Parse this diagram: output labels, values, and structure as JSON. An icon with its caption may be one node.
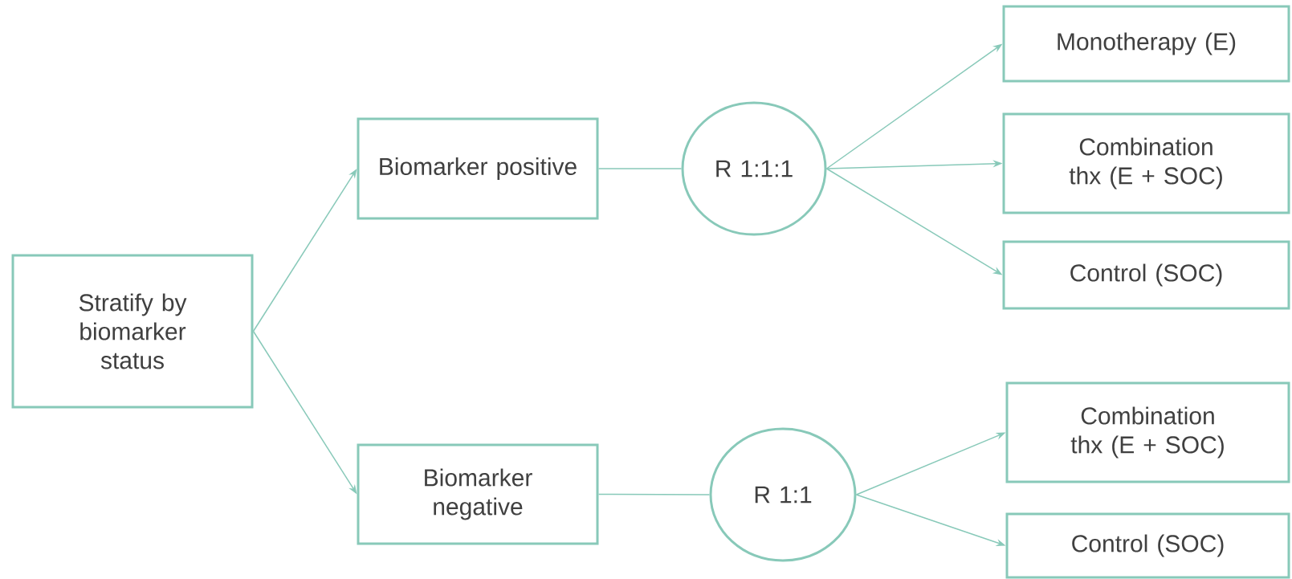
{
  "diagram": {
    "nodes": [
      {
        "text": [
          "Stratify by biomarker status"
        ]
      },
      {
        "text": [
          "Biomarker positive"
        ]
      },
      {
        "text": [
          "R 1:1:1"
        ]
      },
      {
        "text": [
          "Monotherapy (E)"
        ]
      },
      {
        "text": [
          "Combination thx (E + SOC)"
        ]
      },
      {
        "text": [
          "Control (SOC)"
        ]
      },
      {
        "text": [
          "Biomarker negative"
        ]
      },
      {
        "text": [
          "R 1:1"
        ]
      },
      {
        "text": [
          "Combination thx (E + SOC)"
        ]
      },
      {
        "text": [
          "Control (SOC)"
        ]
      }
    ],
    "edges": [
      {
        "from": 0,
        "to": 1,
        "arrow": "to"
      },
      {
        "from": 0,
        "to": 6,
        "arrow": "to"
      },
      {
        "from": 1,
        "to": 2,
        "arrow": "none"
      },
      {
        "from": 2,
        "to": 3,
        "arrow": "to"
      },
      {
        "from": 2,
        "to": 4,
        "arrow": "to"
      },
      {
        "from": 2,
        "to": 5,
        "arrow": "to"
      },
      {
        "from": 6,
        "to": 7,
        "arrow": "none"
      },
      {
        "from": 7,
        "to": 8,
        "arrow": "to"
      },
      {
        "from": 7,
        "to": 9,
        "arrow": "to"
      }
    ]
  }
}
